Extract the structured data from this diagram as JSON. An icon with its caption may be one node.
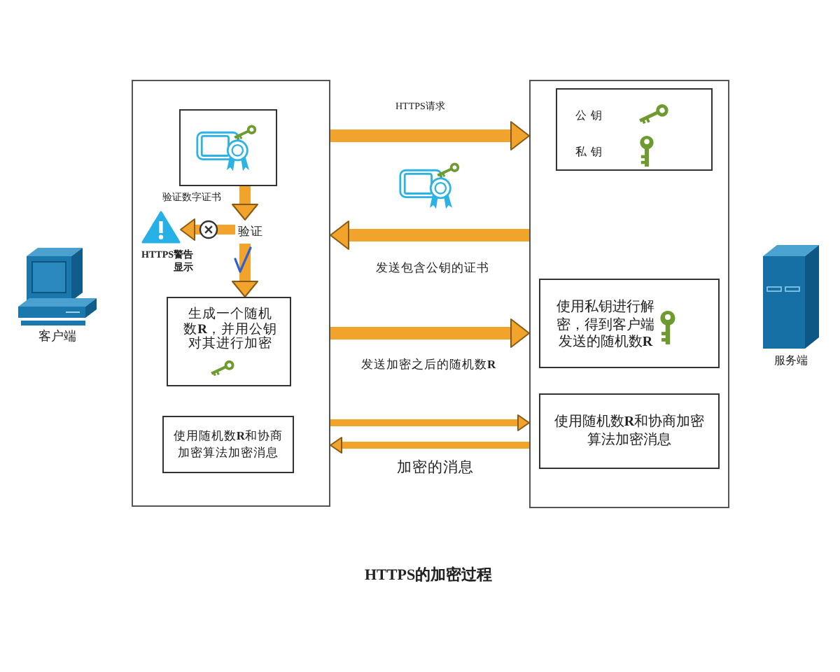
{
  "diagram": {
    "caption": "HTTPS的加密过程",
    "nodes": [
      {
        "text": [],
        "shape": "box"
      },
      {
        "text": [],
        "shape": "box",
        "in": 0
      },
      {
        "text": [
          "验证"
        ],
        "in": 0
      },
      {
        "text": [],
        "shape": "triangle",
        "beside": [
          "HTTPS警告显示"
        ],
        "in": 0
      },
      {
        "text": [
          "生成一个随机数**R**，并用公钥对其进行加密"
        ],
        "in": 0
      },
      {
        "text": [
          "使用随机数**R**和协商加密算法加密消息"
        ],
        "in": 0
      },
      {
        "text": [],
        "shape": "box"
      },
      {
        "text": [
          "公钥",
          "私钥"
        ],
        "in": 6
      },
      {
        "text": [
          "使用私钥进行解密，得到客户端发送的随机数**R**"
        ],
        "in": 6
      },
      {
        "text": [
          "使用随机数**R**和协商加密算法加密消息"
        ],
        "in": 6
      }
    ],
    "edges": [
      {
        "from": 1,
        "to": 2,
        "arrow": "to",
        "label": "验证数字证书"
      },
      {
        "from": 2,
        "to": 3,
        "arrow": "to"
      },
      {
        "from": 2,
        "to": 4,
        "arrow": "to"
      },
      {
        "from": 0,
        "to": 6,
        "arrow": "to",
        "label": "HTTPS请求"
      },
      {
        "from": 6,
        "to": 0,
        "arrow": "to",
        "label": "发送包含公钥的证书"
      },
      {
        "from": 0,
        "to": 6,
        "arrow": "to",
        "label": "发送加密之后的随机数**R**"
      },
      {
        "from": 0,
        "to": 6,
        "arrow": "to"
      },
      {
        "from": 6,
        "to": 0,
        "arrow": "to",
        "label": "加密的消息"
      }
    ],
    "labels": [
      "客户端",
      "服务端"
    ]
  }
}
